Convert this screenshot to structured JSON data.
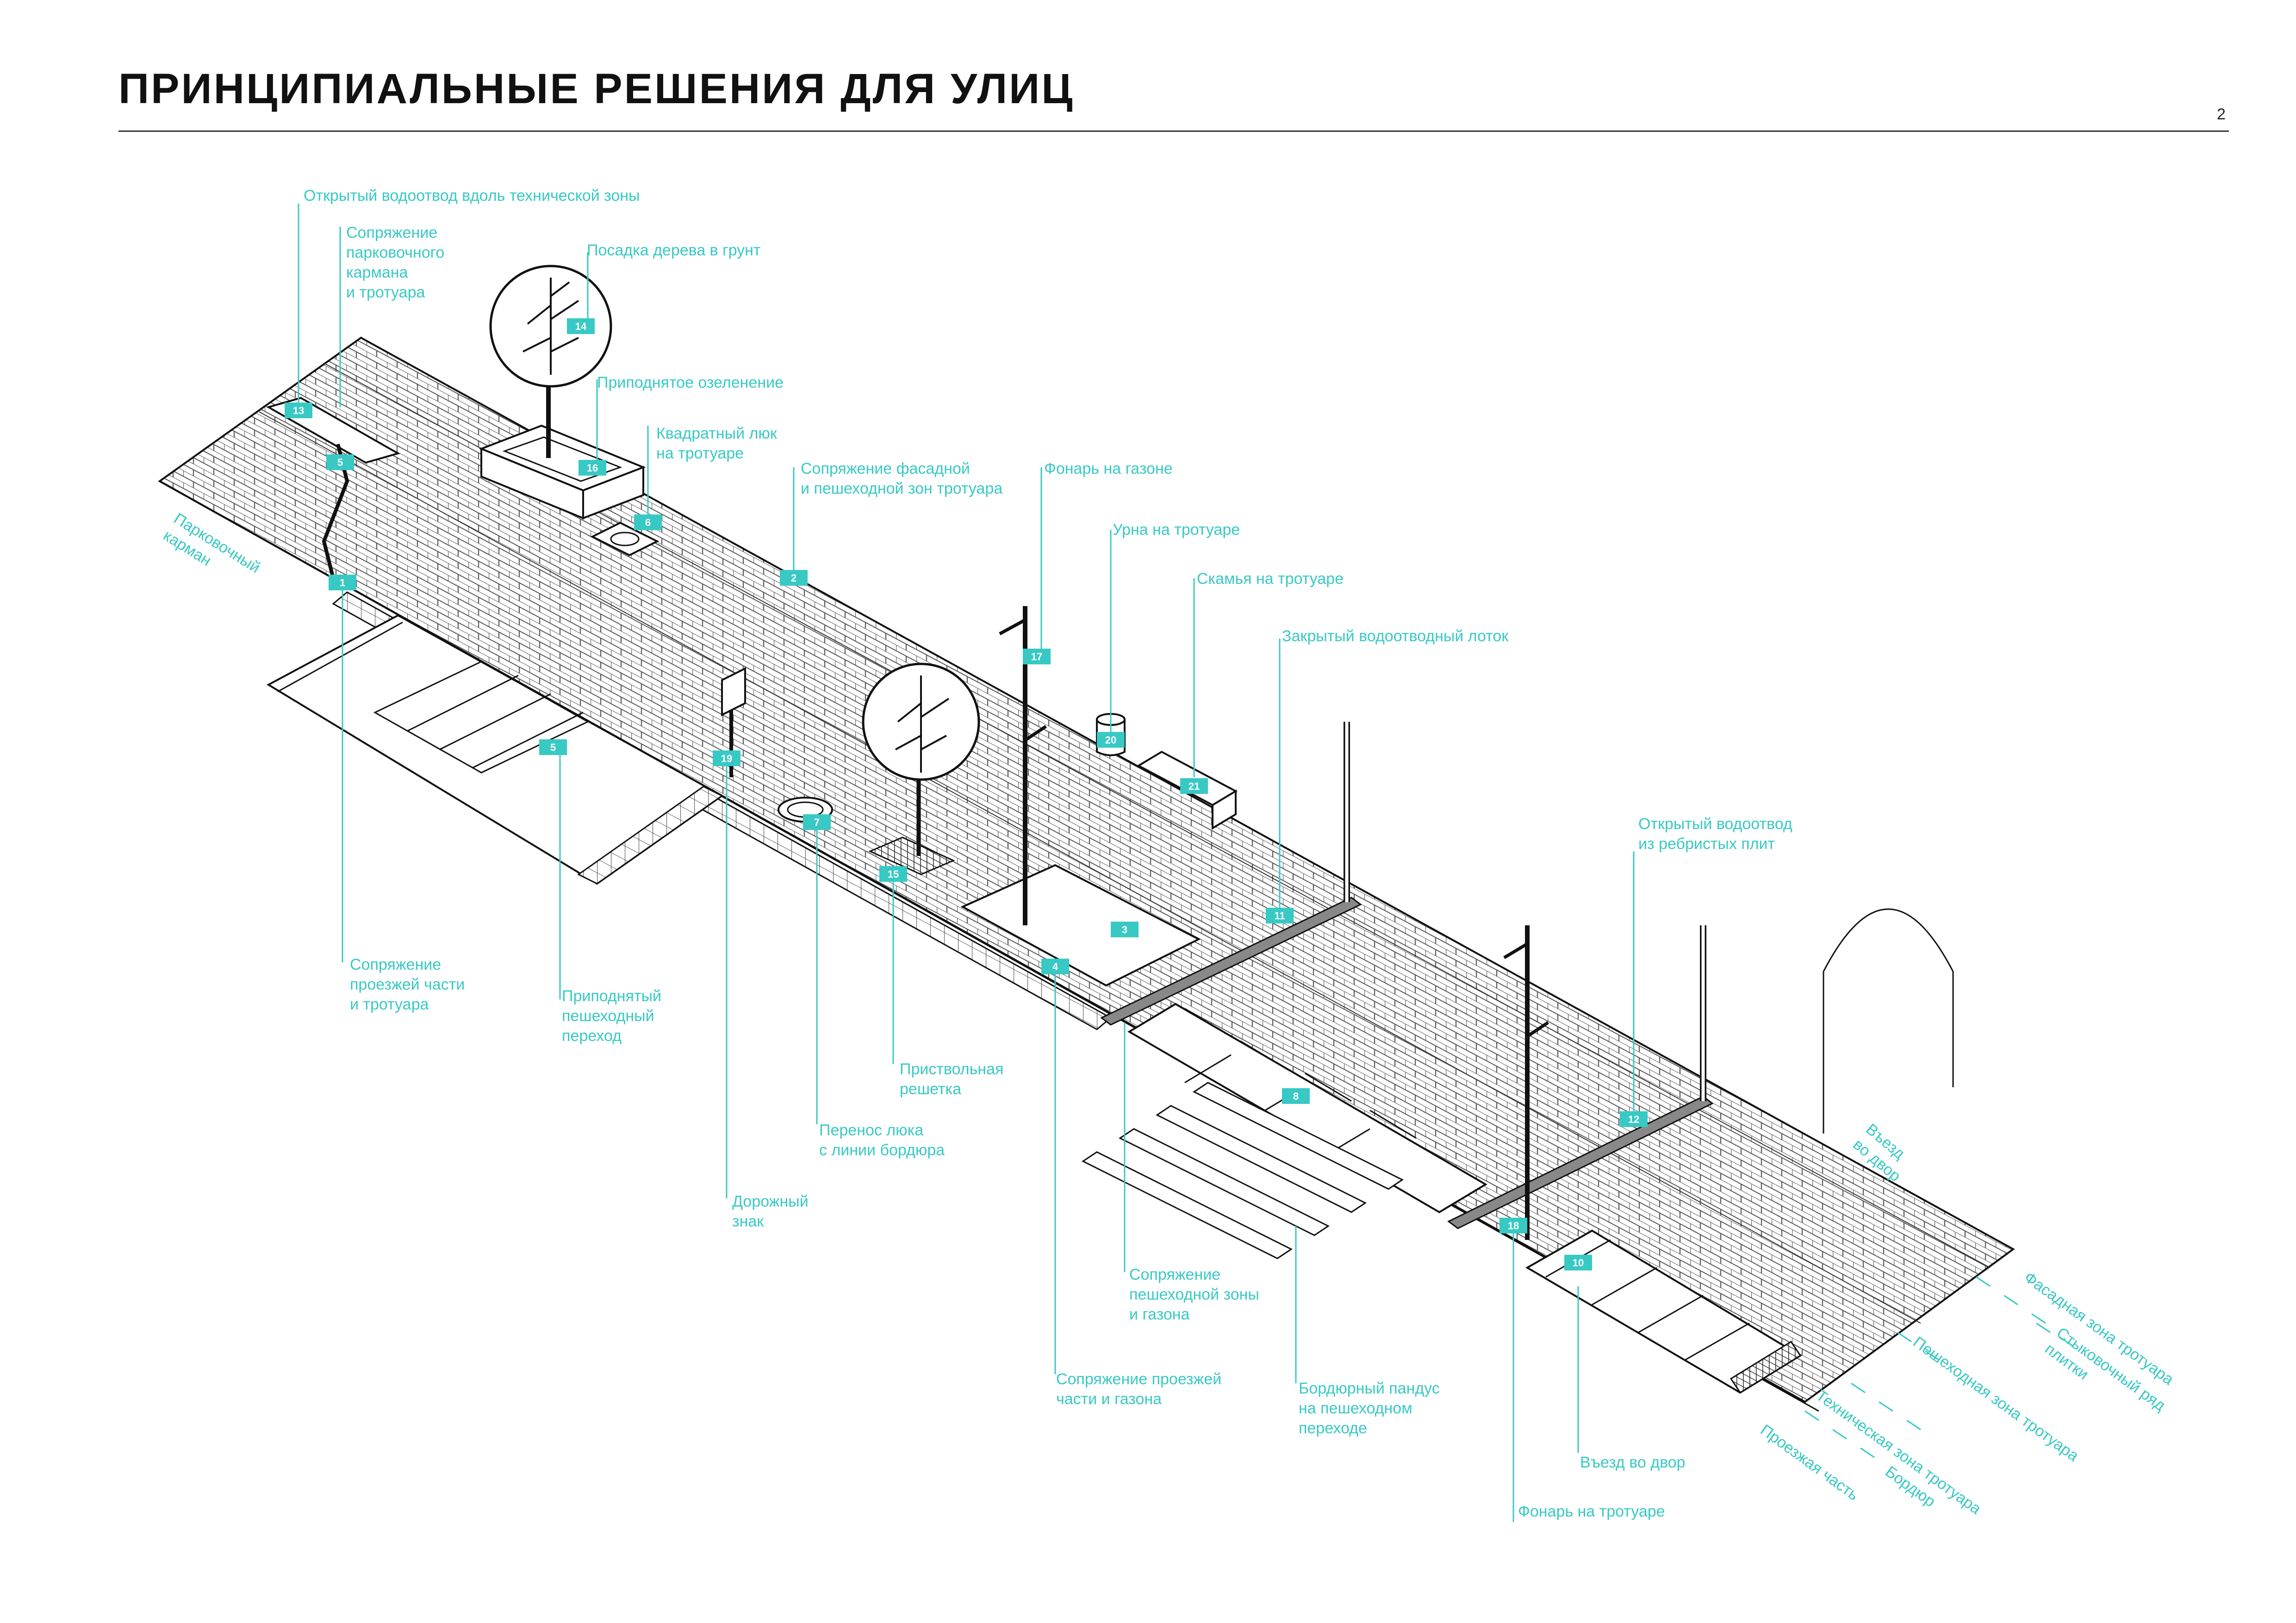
{
  "page": {
    "title": "ПРИНЦИПИАЛЬНЫЕ РЕШЕНИЯ ДЛЯ УЛИЦ",
    "number": "2"
  },
  "colors": {
    "accent": "#38c9c4",
    "line": "#111111",
    "paving": "#555555",
    "gutter": "#888888"
  },
  "labels": {
    "open_drain_tech": [
      "Открытый водоотвод вдоль технической зоны"
    ],
    "parking_join": [
      "Сопряжение",
      "парковочного",
      "кармана",
      "и тротуара"
    ],
    "tree_ground": [
      "Посадка дерева в грунт"
    ],
    "raised_green": [
      "Приподнятое озеленение"
    ],
    "square_hatch": [
      "Квадратный люк",
      "на тротуаре"
    ],
    "facade_ped_join": [
      "Сопряжение фасадной",
      "и пешеходной зон тротуара"
    ],
    "lamp_lawn": [
      "Фонарь на газоне"
    ],
    "bin": [
      "Урна на тротуаре"
    ],
    "bench": [
      "Скамья на тротуаре"
    ],
    "closed_drain": [
      "Закрытый водоотводный лоток"
    ],
    "open_drain_ribbed": [
      "Открытый водоотвод",
      "из ребристых плит"
    ],
    "road_sidewalk_join": [
      "Сопряжение",
      "проезжей части",
      "и тротуара"
    ],
    "raised_crossing": [
      "Приподнятый",
      "пешеходный",
      "переход"
    ],
    "tree_grate": [
      "Приствольная",
      "решетка"
    ],
    "hatch_move": [
      "Перенос люка",
      "с линии бордюра"
    ],
    "road_sign": [
      "Дорожный",
      "знак"
    ],
    "ped_lawn_join": [
      "Сопряжение",
      "пешеходной зоны",
      "и газона"
    ],
    "road_lawn_join": [
      "Сопряжение проезжей",
      "части и газона"
    ],
    "curb_ramp": [
      "Бордюрный пандус",
      "на пешеходном",
      "переходе"
    ],
    "yard_entry": [
      "Въезд во двор"
    ],
    "lamp_sidewalk": [
      "Фонарь на тротуаре"
    ],
    "parking_pocket": [
      "Парковочный",
      "карман"
    ],
    "yard_entry_rot": [
      "Въезд",
      "во двор"
    ],
    "facade_zone": [
      "Фасадная зона тротуара"
    ],
    "joint_row": [
      "Стыковочный ряд",
      "плитки"
    ],
    "ped_zone": [
      "Пешеходная зона тротуара"
    ],
    "tech_zone": [
      "Техническая зона тротуара"
    ],
    "curb": [
      "Бордюр"
    ],
    "roadway": [
      "Проезжая часть"
    ]
  },
  "badges": [
    "1",
    "2",
    "3",
    "4",
    "5",
    "5",
    "6",
    "7",
    "8",
    "10",
    "11",
    "12",
    "13",
    "14",
    "15",
    "16",
    "17",
    "18",
    "19",
    "20",
    "21"
  ]
}
